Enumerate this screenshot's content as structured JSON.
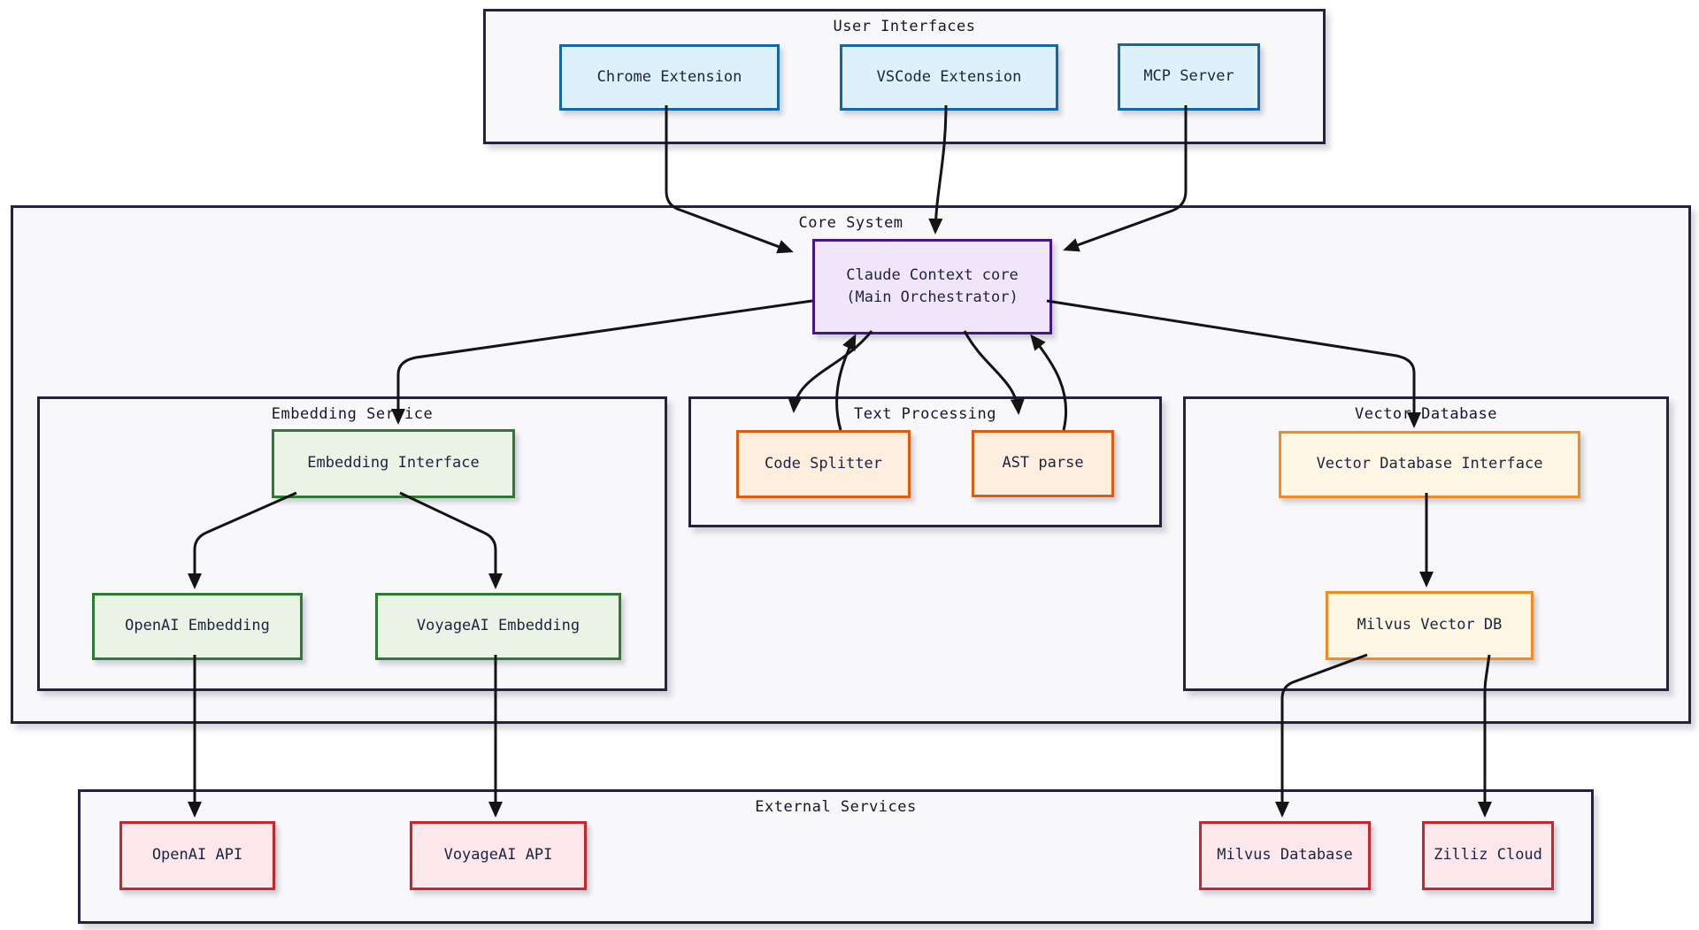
{
  "containers": {
    "user_interfaces": {
      "label": "User Interfaces"
    },
    "core_system": {
      "label": "Core System"
    },
    "embedding_service": {
      "label": "Embedding Service"
    },
    "text_processing": {
      "label": "Text Processing"
    },
    "vector_database": {
      "label": "Vector Database"
    },
    "external_services": {
      "label": "External Services"
    }
  },
  "nodes": {
    "chrome_extension": {
      "label": "Chrome Extension"
    },
    "vscode_extension": {
      "label": "VSCode Extension"
    },
    "mcp_server": {
      "label": "MCP Server"
    },
    "claude_core": {
      "line1": "Claude Context core",
      "line2": "(Main Orchestrator)"
    },
    "embedding_interface": {
      "label": "Embedding Interface"
    },
    "openai_embedding": {
      "label": "OpenAI Embedding"
    },
    "voyageai_embedding": {
      "label": "VoyageAI Embedding"
    },
    "code_splitter": {
      "label": "Code Splitter"
    },
    "ast_parse": {
      "label": "AST parse"
    },
    "vector_database_interface": {
      "label": "Vector Database Interface"
    },
    "milvus_vector_db": {
      "label": "Milvus Vector DB"
    },
    "openai_api": {
      "label": "OpenAI API"
    },
    "voyageai_api": {
      "label": "VoyageAI API"
    },
    "milvus_database": {
      "label": "Milvus Database"
    },
    "zilliz_cloud": {
      "label": "Zilliz Cloud"
    }
  },
  "edges": [
    {
      "from": "chrome_extension",
      "to": "claude_core"
    },
    {
      "from": "vscode_extension",
      "to": "claude_core"
    },
    {
      "from": "mcp_server",
      "to": "claude_core"
    },
    {
      "from": "claude_core",
      "to": "embedding_interface"
    },
    {
      "from": "claude_core",
      "to": "code_splitter"
    },
    {
      "from": "code_splitter",
      "to": "claude_core"
    },
    {
      "from": "claude_core",
      "to": "ast_parse"
    },
    {
      "from": "ast_parse",
      "to": "claude_core"
    },
    {
      "from": "claude_core",
      "to": "vector_database_interface"
    },
    {
      "from": "embedding_interface",
      "to": "openai_embedding"
    },
    {
      "from": "embedding_interface",
      "to": "voyageai_embedding"
    },
    {
      "from": "openai_embedding",
      "to": "openai_api"
    },
    {
      "from": "voyageai_embedding",
      "to": "voyageai_api"
    },
    {
      "from": "vector_database_interface",
      "to": "milvus_vector_db"
    },
    {
      "from": "milvus_vector_db",
      "to": "milvus_database"
    },
    {
      "from": "milvus_vector_db",
      "to": "zilliz_cloud"
    }
  ],
  "colors": {
    "container_fill": "#f8f8fb",
    "container_border": "#23233c",
    "blue_fill": "#ddf1fb",
    "blue_border": "#1168a7",
    "purple_fill": "#f1e6f9",
    "purple_border": "#46148c",
    "green_fill": "#e9f4e7",
    "green_border": "#2f7a33",
    "orange_fill": "#fdeedd",
    "orange_border": "#dd5d10",
    "amber_fill": "#fdf6e3",
    "amber_border": "#f08c21",
    "red_fill": "#fce8ea",
    "red_border": "#c9252d",
    "edge_color": "#141414",
    "text_color": "#1d2340"
  }
}
